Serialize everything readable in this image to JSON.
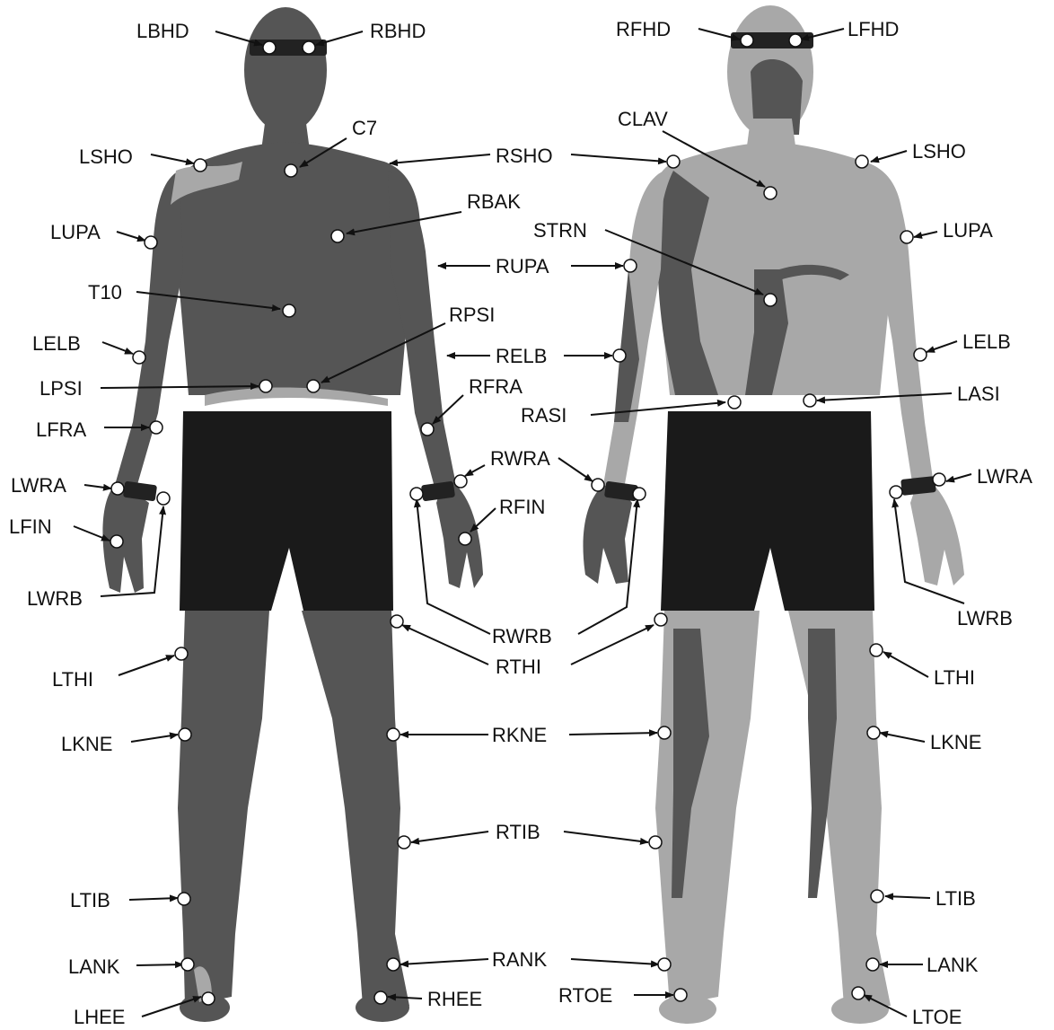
{
  "figures": {
    "back_view": {
      "markers": [
        {
          "id": "LBHD",
          "label": "LBHD"
        },
        {
          "id": "RBHD",
          "label": "RBHD"
        },
        {
          "id": "C7",
          "label": "C7"
        },
        {
          "id": "LSHO_b",
          "label": "LSHO"
        },
        {
          "id": "RBAK",
          "label": "RBAK"
        },
        {
          "id": "LUPA_b",
          "label": "LUPA"
        },
        {
          "id": "T10",
          "label": "T10"
        },
        {
          "id": "RPSI",
          "label": "RPSI"
        },
        {
          "id": "LELB_b",
          "label": "LELB"
        },
        {
          "id": "LPSI",
          "label": "LPSI"
        },
        {
          "id": "RFRA",
          "label": "RFRA"
        },
        {
          "id": "LFRA",
          "label": "LFRA"
        },
        {
          "id": "RWRA",
          "label": "RWRA"
        },
        {
          "id": "LWRA_b",
          "label": "LWRA"
        },
        {
          "id": "LFIN",
          "label": "LFIN"
        },
        {
          "id": "RFIN",
          "label": "RFIN"
        },
        {
          "id": "LWRB_b",
          "label": "LWRB"
        },
        {
          "id": "LTHI_b",
          "label": "LTHI"
        },
        {
          "id": "LKNE_b",
          "label": "LKNE"
        },
        {
          "id": "LTIB_b",
          "label": "LTIB"
        },
        {
          "id": "LANK_b",
          "label": "LANK"
        },
        {
          "id": "LHEE",
          "label": "LHEE"
        },
        {
          "id": "RHEE",
          "label": "RHEE"
        }
      ]
    },
    "front_view": {
      "markers": [
        {
          "id": "RFHD",
          "label": "RFHD"
        },
        {
          "id": "LFHD",
          "label": "LFHD"
        },
        {
          "id": "CLAV",
          "label": "CLAV"
        },
        {
          "id": "LSHO_f",
          "label": "LSHO"
        },
        {
          "id": "LUPA_f",
          "label": "LUPA"
        },
        {
          "id": "STRN",
          "label": "STRN"
        },
        {
          "id": "LELB_f",
          "label": "LELB"
        },
        {
          "id": "LASI",
          "label": "LASI"
        },
        {
          "id": "RASI",
          "label": "RASI"
        },
        {
          "id": "LWRA_f",
          "label": "LWRA"
        },
        {
          "id": "LWRB_f",
          "label": "LWRB"
        },
        {
          "id": "LTHI_f",
          "label": "LTHI"
        },
        {
          "id": "LKNE_f",
          "label": "LKNE"
        },
        {
          "id": "LTIB_f",
          "label": "LTIB"
        },
        {
          "id": "LANK_f",
          "label": "LANK"
        },
        {
          "id": "RTOE",
          "label": "RTOE"
        },
        {
          "id": "LTOE",
          "label": "LTOE"
        }
      ]
    },
    "shared_markers": [
      {
        "id": "RSHO",
        "label": "RSHO"
      },
      {
        "id": "RUPA",
        "label": "RUPA"
      },
      {
        "id": "RELB",
        "label": "RELB"
      },
      {
        "id": "RWRB",
        "label": "RWRB"
      },
      {
        "id": "RTHI",
        "label": "RTHI"
      },
      {
        "id": "RKNE",
        "label": "RKNE"
      },
      {
        "id": "RTIB",
        "label": "RTIB"
      },
      {
        "id": "RANK",
        "label": "RANK"
      }
    ]
  },
  "colors": {
    "skin_dark": "#555555",
    "skin_light": "#a8a8a8",
    "shorts": "#1a1a1a",
    "band": "#222222",
    "marker_fill": "#ffffff",
    "marker_stroke": "#111111",
    "text": "#111111"
  }
}
